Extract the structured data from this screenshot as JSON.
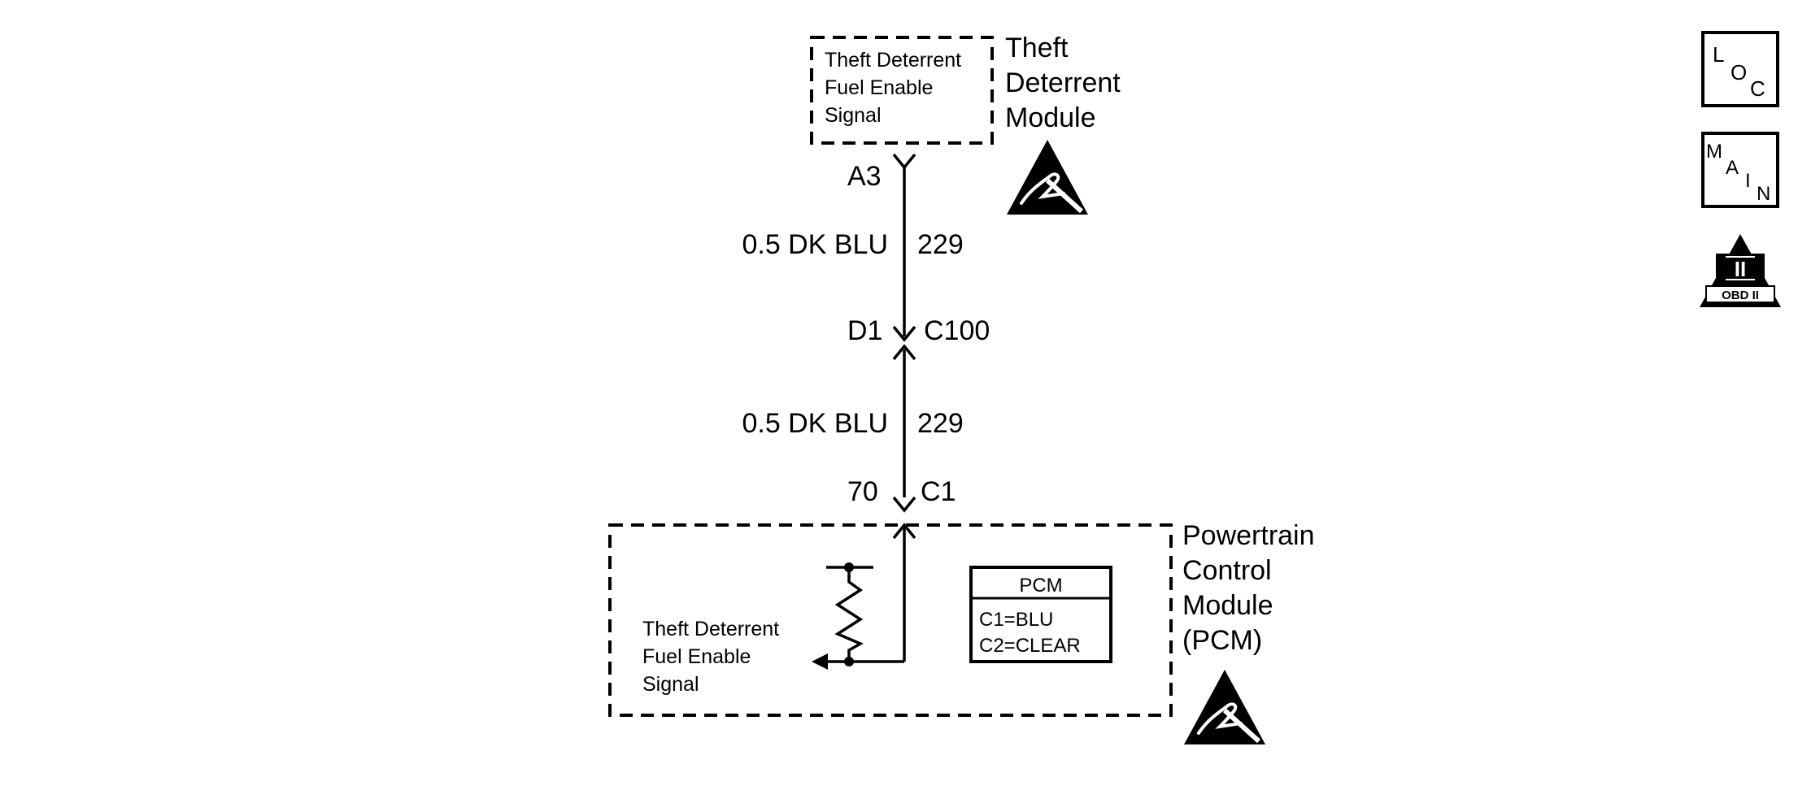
{
  "top_module": {
    "box_lines": [
      "Theft Deterrent",
      "Fuel Enable",
      "Signal"
    ],
    "name_lines": [
      "Theft",
      "Deterrent",
      "Module"
    ],
    "pin": "A3"
  },
  "wire_upper": {
    "label": "0.5 DK BLU",
    "circuit": "229"
  },
  "connector_c100": {
    "pin": "D1",
    "connector": "C100"
  },
  "wire_lower": {
    "label": "0.5 DK BLU",
    "circuit": "229"
  },
  "connector_c1": {
    "pin": "70",
    "connector": "C1"
  },
  "pcm_module": {
    "name_lines": [
      "Powertrain",
      "Control",
      "Module",
      "(PCM)"
    ],
    "signal_lines": [
      "Theft Deterrent",
      "Fuel Enable",
      "Signal"
    ],
    "legend": {
      "title": "PCM",
      "lines": [
        "C1=BLU",
        "C2=CLEAR"
      ]
    }
  },
  "nav_buttons": {
    "loc": {
      "letters": [
        "L",
        "O",
        "C"
      ]
    },
    "main": {
      "letters": [
        "M",
        "A",
        "I",
        "N"
      ]
    },
    "obd": {
      "numeral": "II",
      "label": "OBD II"
    }
  }
}
